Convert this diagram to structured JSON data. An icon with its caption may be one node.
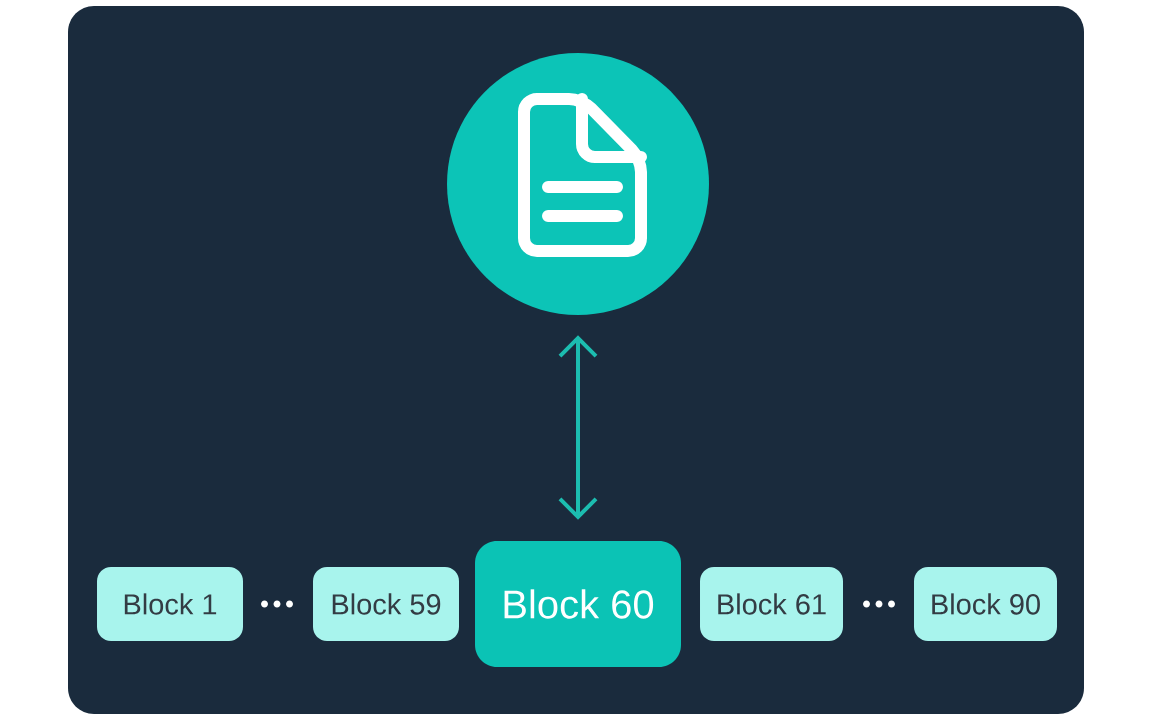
{
  "diagram": {
    "nodes": [
      {
        "text": [],
        "shape": "circle"
      },
      {
        "text": [
          "Block 1"
        ]
      },
      {
        "text": [
          "Block 59"
        ]
      },
      {
        "text": [
          "Block 60"
        ]
      },
      {
        "text": [
          "Block 61"
        ]
      },
      {
        "text": [
          "Block 90"
        ]
      }
    ],
    "edges": [
      {
        "from": 0,
        "to": 3,
        "arrow": "both"
      }
    ]
  }
}
